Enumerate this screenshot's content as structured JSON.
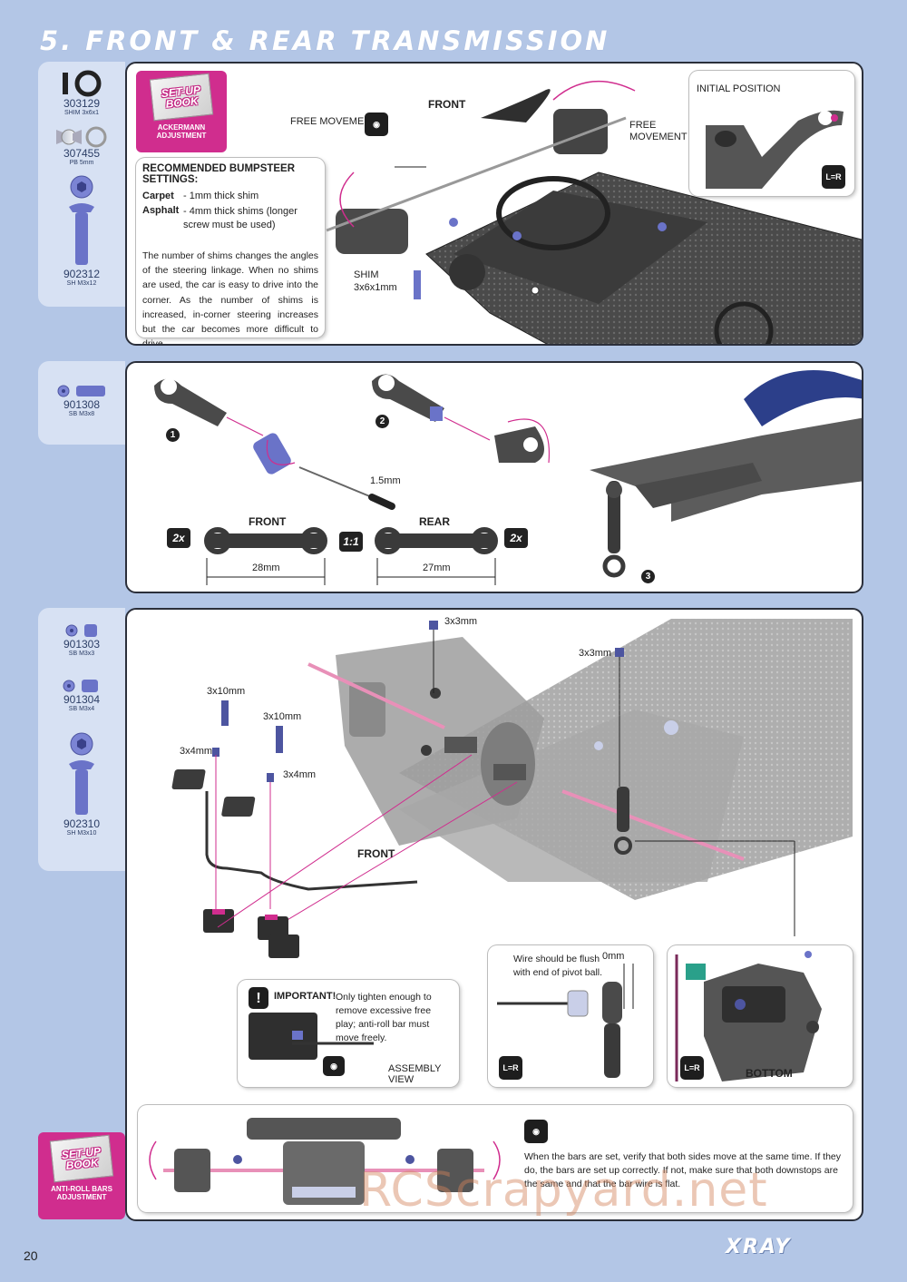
{
  "page": {
    "title": "5. FRONT & REAR TRANSMISSION",
    "number": "20",
    "logo": "XRAY",
    "watermark": "RCScrapyard.net"
  },
  "section1": {
    "parts": [
      {
        "num": "303129",
        "desc": "SHIM 3x6x1"
      },
      {
        "num": "307455",
        "desc": "PB 5mm"
      },
      {
        "num": "902312",
        "desc": "SH M3x12"
      }
    ],
    "badge_title": "SET-UP BOOK",
    "badge_label": "ACKERMANN ADJUSTMENT",
    "bumpsteer_title": "RECOMMENDED BUMPSTEER SETTINGS:",
    "carpet_label": "Carpet",
    "carpet_value": "- 1mm thick shim",
    "asphalt_label": "Asphalt",
    "asphalt_value": "- 4mm thick shims (longer screw must be used)",
    "body": "The number of shims changes the angles of the steering linkage. When no shims are used, the car is easy to drive into the corner. As the number of shims is increased, in-corner steering increases but the car becomes more difficult to drive.",
    "free_movement_left": "FREE MOVEMENT",
    "front_label": "FRONT",
    "free_movement_right": "FREE MOVEMENT",
    "shim_label": "SHIM 3x6x1mm",
    "initial_position": "INITIAL POSITION",
    "lr_icon": "L=R"
  },
  "section2": {
    "parts": [
      {
        "num": "901308",
        "desc": "SB M3x8"
      }
    ],
    "step1": "1",
    "step2": "2",
    "step3": "3",
    "tool_size": "1.5mm",
    "front_label": "FRONT",
    "rear_label": "REAR",
    "qty_left": "2x",
    "ratio": "1:1",
    "qty_right": "2x",
    "front_dim": "28mm",
    "rear_dim": "27mm"
  },
  "section3": {
    "parts": [
      {
        "num": "901303",
        "desc": "SB M3x3"
      },
      {
        "num": "901304",
        "desc": "SB M3x4"
      },
      {
        "num": "902310",
        "desc": "SH M3x10"
      }
    ],
    "screw_3x3_a": "3x3mm",
    "screw_3x3_b": "3x3mm",
    "screw_3x10_a": "3x10mm",
    "screw_3x10_b": "3x10mm",
    "screw_3x4_a": "3x4mm",
    "screw_3x4_b": "3x4mm",
    "front_label": "FRONT",
    "important_title": "IMPORTANT!",
    "important_text": "Only tighten enough to remove excessive free play; anti-roll bar must move freely.",
    "assembly_view": "ASSEMBLY VIEW",
    "wire_note": "Wire should be flush with end of pivot ball.",
    "zero_mm": "0mm",
    "lr_icon": "L=R",
    "bottom_label": "BOTTOM",
    "badge_title": "SET-UP BOOK",
    "badge_label": "ANTI-ROLL BARS ADJUSTMENT",
    "bars_note": "When the bars are set, verify that both sides move at the same time. If they do, the bars are set up correctly. If not, make sure that both downstops are the same and that the bar wire is flat."
  },
  "colors": {
    "background": "#b3c6e6",
    "accent": "#d02d8e",
    "parts_panel": "#d7e1f3",
    "part_blue": "#6a73c8"
  }
}
